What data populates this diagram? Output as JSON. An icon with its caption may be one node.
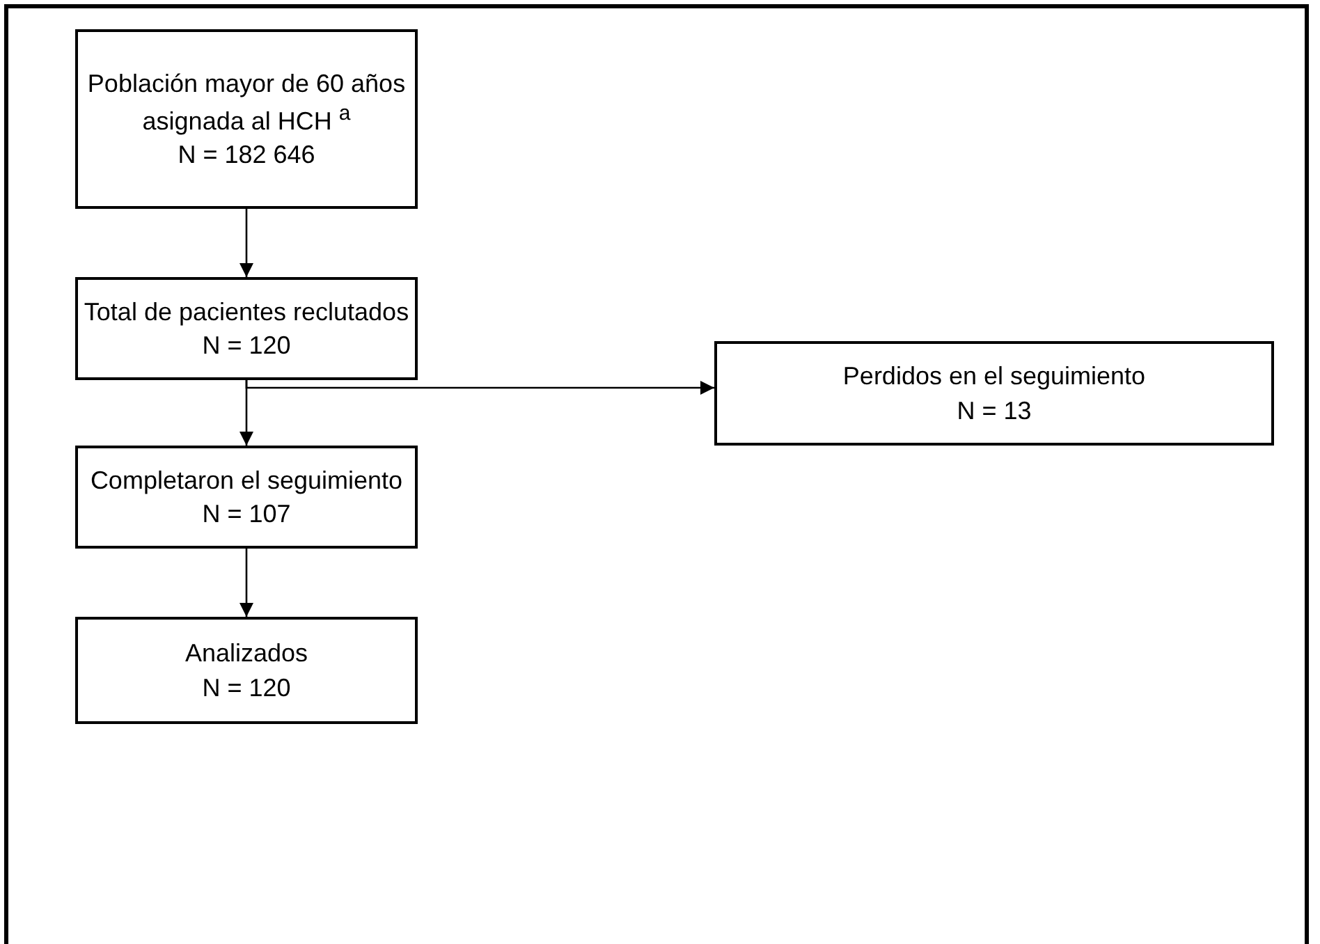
{
  "diagram": {
    "nodes": [
      {
        "text": [
          "Población mayor de 60 años asignada al HCH $^{a}$",
          "N = 182 646"
        ]
      },
      {
        "text": [
          "Total de pacientes reclutados",
          "N = 120"
        ]
      },
      {
        "text": [
          "Perdidos en el seguimiento",
          "N = 13"
        ]
      },
      {
        "text": [
          "Completaron el seguimiento",
          "N = 107"
        ]
      },
      {
        "text": [
          "Analizados",
          "N = 120"
        ]
      }
    ],
    "edges": [
      {
        "from": 0,
        "to": 1,
        "arrow": "to"
      },
      {
        "from": 1,
        "to": 3,
        "arrow": "to"
      },
      {
        "from": 1,
        "to": 2,
        "arrow": "to"
      },
      {
        "from": 3,
        "to": 4,
        "arrow": "to"
      }
    ]
  }
}
